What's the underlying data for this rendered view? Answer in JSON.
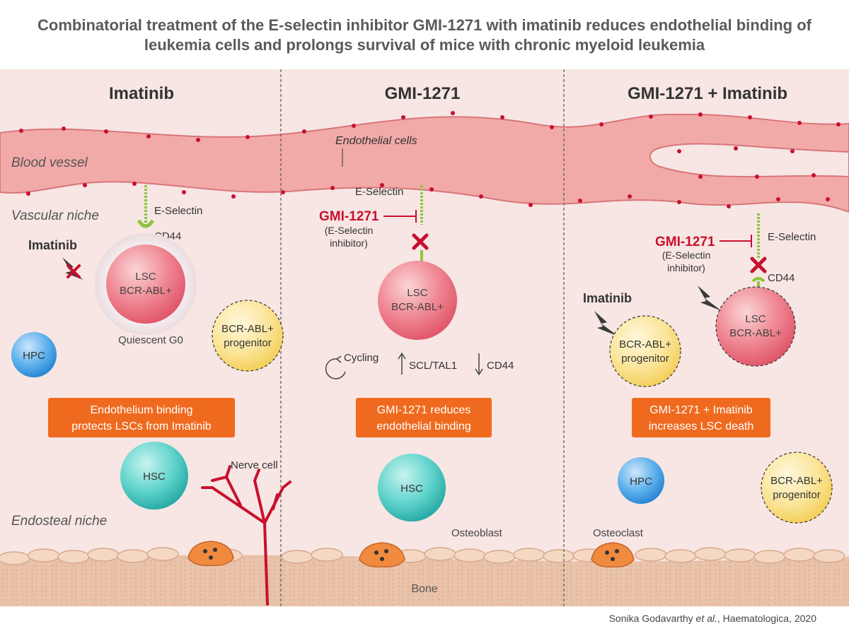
{
  "title": {
    "line1": "Combinatorial treatment of the E-selectin inhibitor GMI-1271 with imatinib reduces endothelial binding of",
    "line2": "leukemia cells and prolongs survival of mice with chronic myeloid leukemia"
  },
  "panels": {
    "left": {
      "heading": "Imatinib",
      "e_selectin": "E-Selectin",
      "cd44": "CD44",
      "imatinib": "Imatinib",
      "lsc_line1": "LSC",
      "lsc_line2": "BCR-ABL+",
      "quiescent": "Quiescent G0",
      "hpc": "HPC",
      "prog_line1": "BCR-ABL+",
      "prog_line2": "progenitor",
      "box_line1": "Endothelium binding",
      "box_line2": "protects LSCs from Imatinib",
      "hsc": "HSC",
      "nerve": "Nerve cell"
    },
    "middle": {
      "heading": "GMI-1271",
      "endothelial": "Endothelial cells",
      "e_selectin": "E-Selectin",
      "gmi": "GMI-1271",
      "inhibitor_line1": "(E-Selectin",
      "inhibitor_line2": "inhibitor)",
      "lsc_line1": "LSC",
      "lsc_line2": "BCR-ABL+",
      "cycling": "Cycling",
      "scl": "SCL/TAL1",
      "cd44": "CD44",
      "box_line1": "GMI-1271 reduces",
      "box_line2": "endothelial binding",
      "hsc": "HSC",
      "osteoblast": "Osteoblast",
      "bone": "Bone"
    },
    "right": {
      "heading": "GMI-1271 + Imatinib",
      "gmi": "GMI-1271",
      "e_selectin": "E-Selectin",
      "inhibitor_line1": "(E-Selectin",
      "inhibitor_line2": "inhibitor)",
      "cd44": "CD44",
      "imatinib": "Imatinib",
      "lsc_line1": "LSC",
      "lsc_line2": "BCR-ABL+",
      "prog_line1": "BCR-ABL+",
      "prog_line2": "progenitor",
      "box_line1": "GMI-1271 + Imatinib",
      "box_line2": "increases LSC death",
      "hpc": "HPC",
      "prog2_line1": "BCR-ABL+",
      "prog2_line2": "progenitor",
      "osteoclast": "Osteoclast"
    }
  },
  "regions": {
    "blood_vessel": "Blood vessel",
    "vascular_niche": "Vascular niche",
    "endosteal_niche": "Endosteal niche"
  },
  "citation": {
    "author": "Sonika Godavarthy ",
    "etal": "et al.",
    "rest": ", Haematologica, 2020"
  },
  "colors": {
    "background": "#f7e6e3",
    "vessel": "#f1aaa8",
    "orange_box": "#ef6a1f",
    "red_label": "#c8102e",
    "lsc": "#ec6f7c",
    "hsc": "#3ec4bf",
    "hpc": "#3a9ee0",
    "progenitor": "#f9dd79",
    "bone": "#e9c3aa"
  }
}
